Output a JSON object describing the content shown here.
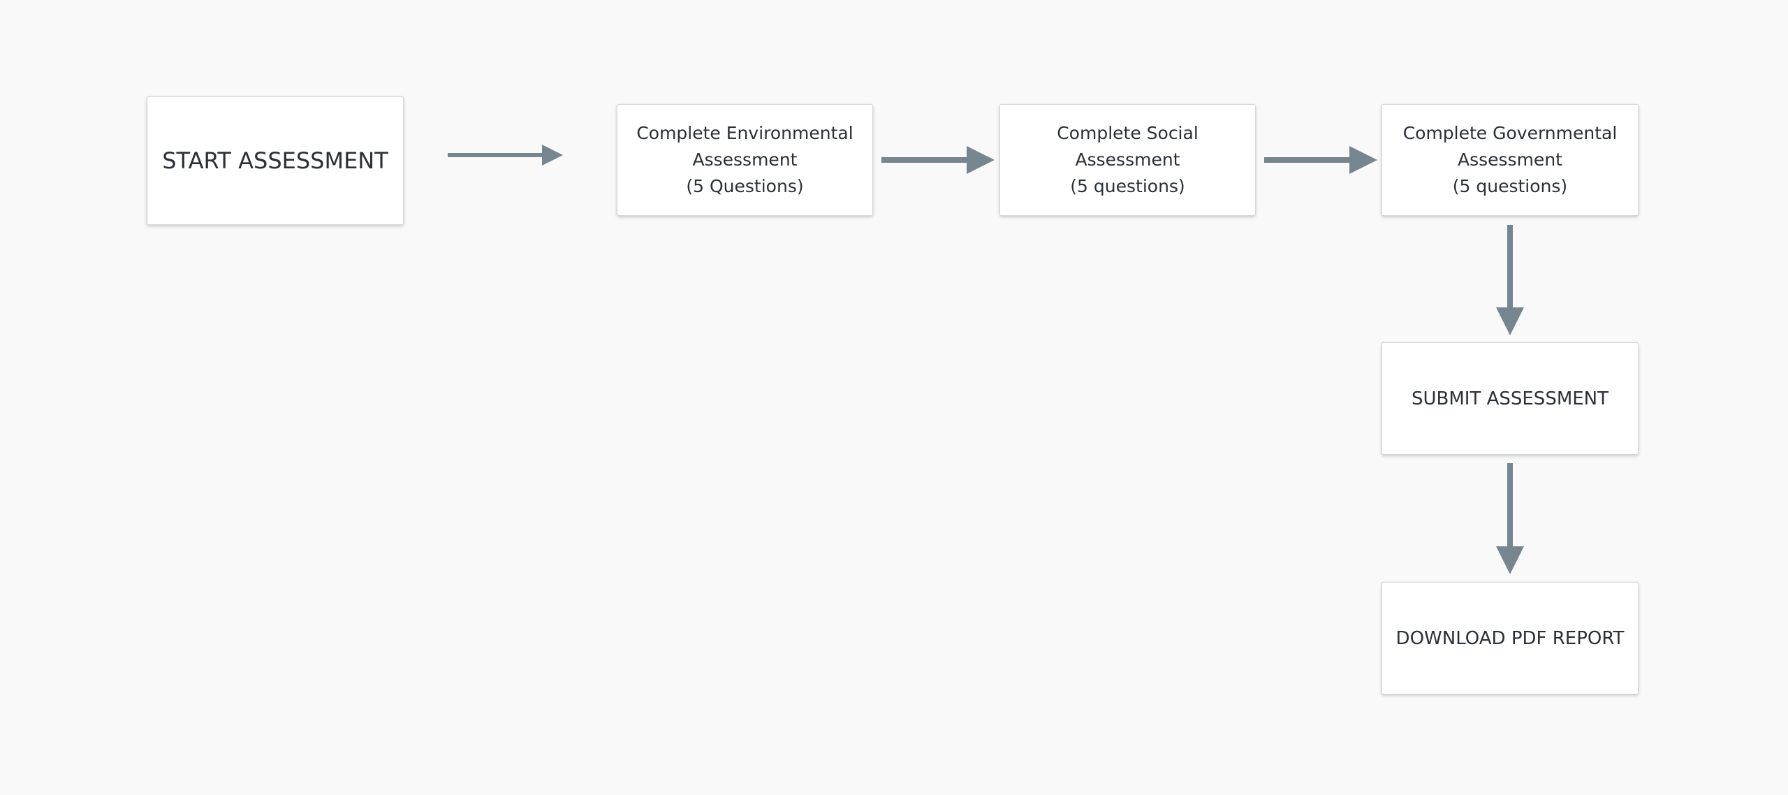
{
  "diagram": {
    "nodes": {
      "start": "START ASSESSMENT",
      "environmental": "Complete Environmental\nAssessment\n(5 Questions)",
      "social": "Complete Social\nAssessment\n(5 questions)",
      "governmental": "Complete Governmental\nAssessment\n(5 questions)",
      "submit": "SUBMIT ASSESSMENT",
      "download": "DOWNLOAD PDF REPORT"
    },
    "edges": [
      {
        "from": "start",
        "to": "environmental"
      },
      {
        "from": "environmental",
        "to": "social"
      },
      {
        "from": "social",
        "to": "governmental"
      },
      {
        "from": "governmental",
        "to": "submit"
      },
      {
        "from": "submit",
        "to": "download"
      }
    ],
    "colors": {
      "background": "#f8f9f8",
      "node_fill": "#ffffff",
      "node_text": "#2b3036",
      "arrow": "#77858f"
    }
  }
}
